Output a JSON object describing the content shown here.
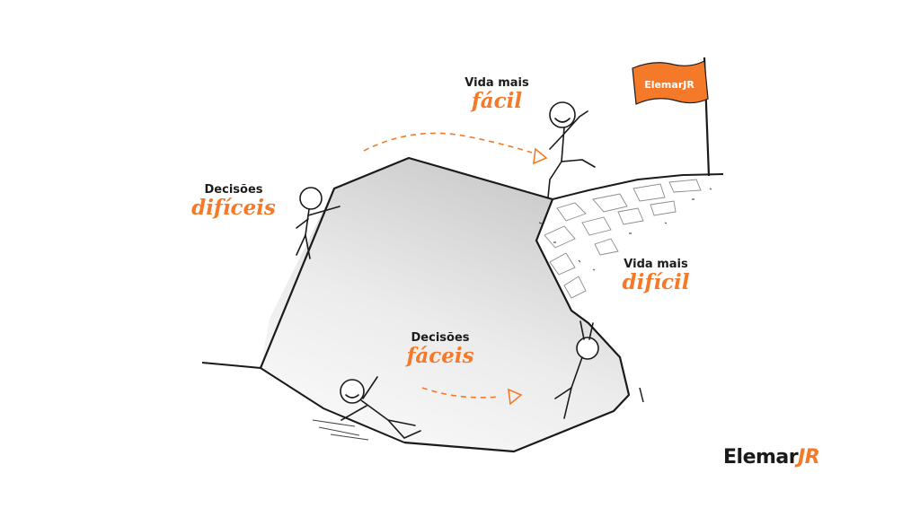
{
  "colors": {
    "accent": "#f47a2a",
    "ink": "#1c1c1c"
  },
  "labels": {
    "vida_facil": {
      "line1": "Vida mais",
      "line2": "fácil"
    },
    "decisoes_dificeis": {
      "line1": "Decisões",
      "line2": "difíceis"
    },
    "vida_dificil": {
      "line1": "Vida mais",
      "line2": "difícil"
    },
    "decisoes_faceis": {
      "line1": "Decisões",
      "line2": "fáceis"
    }
  },
  "flag": {
    "text": "ElemarJR"
  },
  "brand": {
    "part1": "Elemar",
    "part2": "JR"
  }
}
